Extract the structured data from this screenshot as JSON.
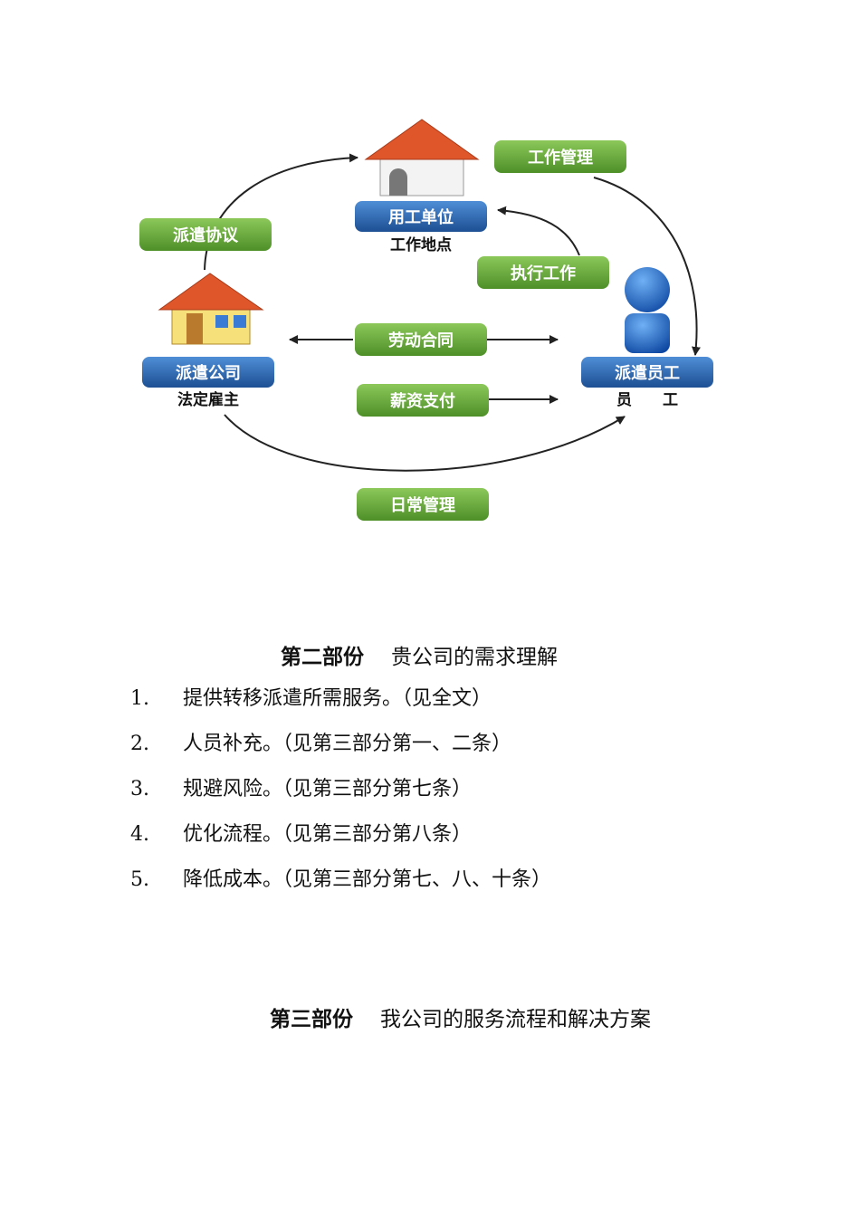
{
  "diagram": {
    "labels": {
      "agreement": "派遣协议",
      "work_management": "工作管理",
      "execute_work": "执行工作",
      "labor_contract": "劳动合同",
      "salary_payment": "薪资支付",
      "daily_management": "日常管理"
    },
    "nodes": {
      "employer_unit": {
        "name": "用工单位",
        "caption": "工作地点"
      },
      "dispatch_company": {
        "name": "派遣公司",
        "caption": "法定雇主"
      },
      "dispatched_employee": {
        "name": "派遣员工",
        "caption": "员　　工"
      }
    },
    "colors": {
      "green": "#6aaa3a",
      "blue": "#2f6cb5",
      "roof": "#e0562b"
    }
  },
  "part2": {
    "label": "第二部份",
    "title": "贵公司的需求理解",
    "items": [
      {
        "num": "1.",
        "text": "提供转移派遣所需服务。（见全文）"
      },
      {
        "num": "2.",
        "text": "人员补充。（见第三部分第一、二条）"
      },
      {
        "num": "3.",
        "text": "规避风险。（见第三部分第七条）"
      },
      {
        "num": "4.",
        "text": "优化流程。（见第三部分第八条）"
      },
      {
        "num": "5.",
        "text": "降低成本。（见第三部分第七、八、十条）"
      }
    ]
  },
  "part3": {
    "label": "第三部份",
    "title": "我公司的服务流程和解决方案"
  }
}
